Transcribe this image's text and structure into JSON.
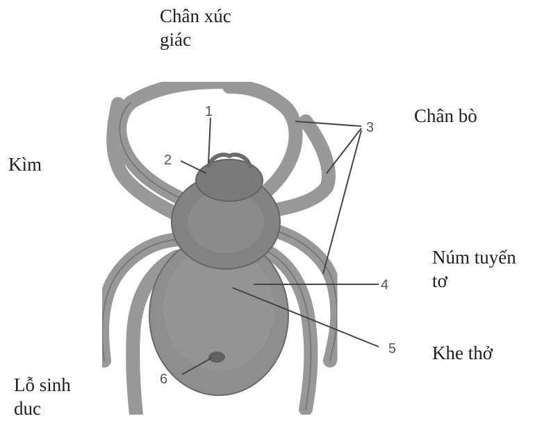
{
  "labels": {
    "pedipalp": "Chân xúc\ngiác",
    "walking_leg": "Chân bò",
    "chelicera": "Kìm",
    "spinneret": "Núm tuyến\ntơ",
    "spiracle": "Khe thở",
    "genital_pore": "Lỗ sinh\nduc"
  },
  "numbers": [
    "1",
    "2",
    "3",
    "4",
    "5",
    "6"
  ],
  "colors": {
    "body": "#8a8a8a",
    "leg": "#9a9a9a",
    "dark": "#5a5a5a",
    "line": "#4a4a4a"
  }
}
